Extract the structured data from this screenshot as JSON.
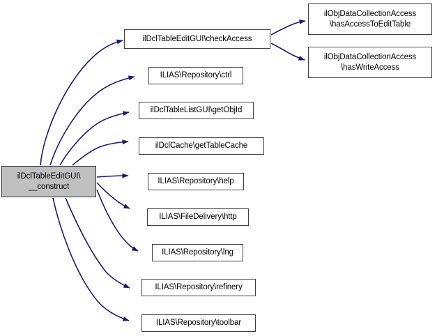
{
  "graph": {
    "type": "call-graph",
    "title": "",
    "colors": {
      "edge": "#191970",
      "node_border": "#404040",
      "node_fill": "#ffffff",
      "root_fill": "#c0c0c0",
      "text": "#000000"
    },
    "root": {
      "id": "root",
      "label": "ilDclTableEditGUI\\\n__construct"
    },
    "nodes": [
      {
        "id": "n1",
        "label": "ilDclTableEditGUI\\checkAccess"
      },
      {
        "id": "n2",
        "label": "ILIAS\\Repository\\ctrl"
      },
      {
        "id": "n3",
        "label": "ilDclTableListGUI\\getObjId"
      },
      {
        "id": "n4",
        "label": "ilDclCache\\getTableCache"
      },
      {
        "id": "n5",
        "label": "ILIAS\\Repository\\help"
      },
      {
        "id": "n6",
        "label": "ILIAS\\FileDelivery\\http"
      },
      {
        "id": "n7",
        "label": "ILIAS\\Repository\\lng"
      },
      {
        "id": "n8",
        "label": "ILIAS\\Repository\\refinery"
      },
      {
        "id": "n9",
        "label": "ILIAS\\Repository\\toolbar"
      },
      {
        "id": "n10",
        "label": "ilObjDataCollectionAccess\n\\hasAccessToEditTable"
      },
      {
        "id": "n11",
        "label": "ilObjDataCollectionAccess\n\\hasWriteAccess"
      }
    ],
    "edges": [
      {
        "from": "root",
        "to": "n1"
      },
      {
        "from": "root",
        "to": "n2"
      },
      {
        "from": "root",
        "to": "n3"
      },
      {
        "from": "root",
        "to": "n4"
      },
      {
        "from": "root",
        "to": "n5"
      },
      {
        "from": "root",
        "to": "n6"
      },
      {
        "from": "root",
        "to": "n7"
      },
      {
        "from": "root",
        "to": "n8"
      },
      {
        "from": "root",
        "to": "n9"
      },
      {
        "from": "n1",
        "to": "n10"
      },
      {
        "from": "n1",
        "to": "n11"
      }
    ]
  }
}
